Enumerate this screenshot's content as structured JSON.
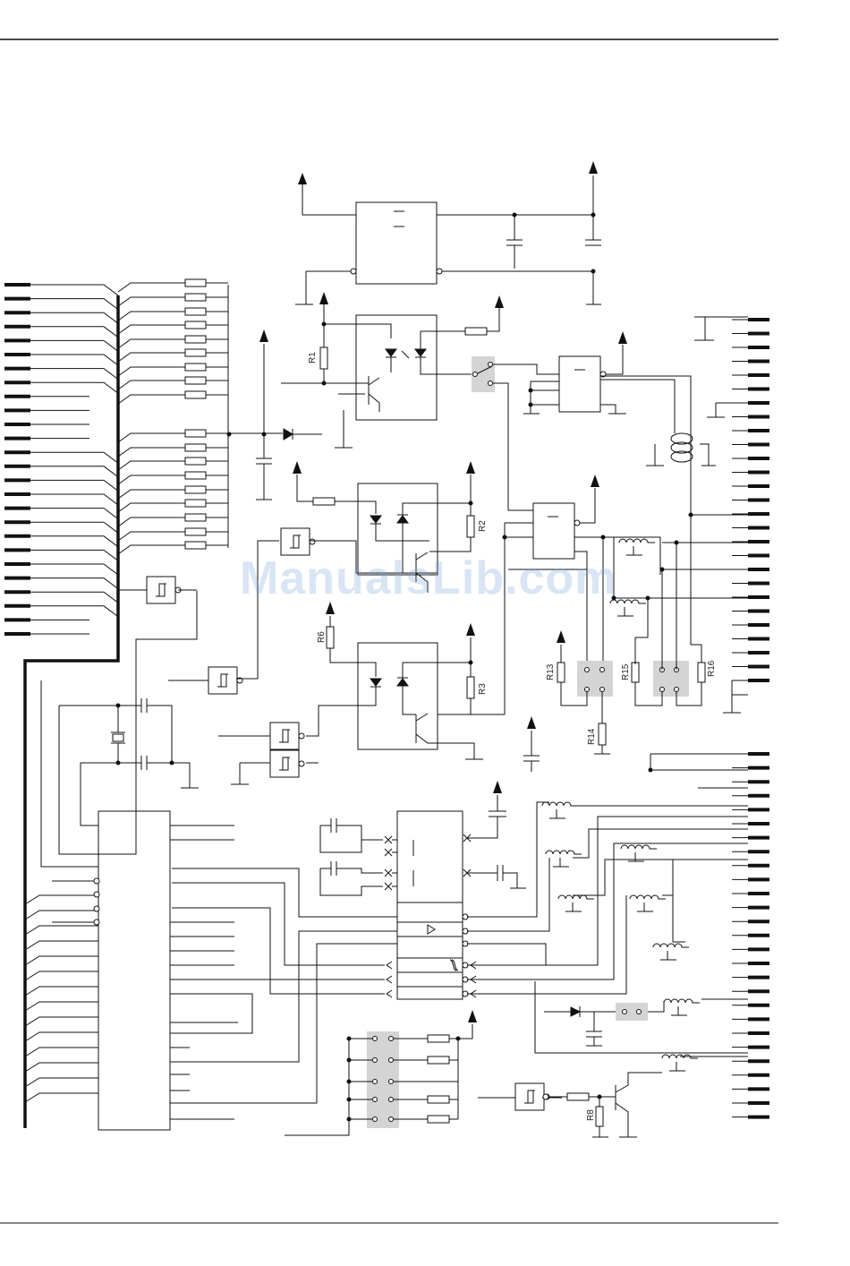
{
  "document": {
    "watermark": "ManualsLib.com"
  },
  "labels": {
    "r1": "R1",
    "r2": "R2",
    "r3": "R3",
    "r6": "R6",
    "r8": "R8",
    "r13": "R13",
    "r14": "R14",
    "r15": "R15",
    "r16": "R16"
  },
  "colors": {
    "line": "#111111",
    "highlight": "#d4d4d4",
    "watermark": "#78a0d7"
  }
}
